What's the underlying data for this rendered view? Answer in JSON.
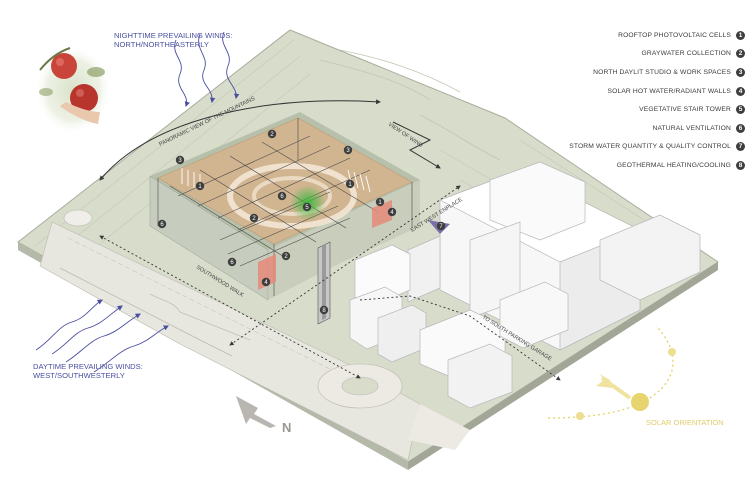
{
  "winds": {
    "night_line1": "NIGHTTIME PREVAILING WINDS:",
    "night_line2": "NORTH/NORTHEASTERLY",
    "day_line1": "DAYTIME PREVAILING WINDS:",
    "day_line2": "WEST/SOUTHWESTERLY"
  },
  "legend": {
    "items": [
      {
        "label": "ROOFTOP PHOTOVOLTAIC CELLS",
        "num": "1"
      },
      {
        "label": "GRAYWATER COLLECTION",
        "num": "2"
      },
      {
        "label": "NORTH DAYLIT STUDIO & WORK SPACES",
        "num": "3"
      },
      {
        "label": "SOLAR HOT WATER/RADIANT WALLS",
        "num": "4"
      },
      {
        "label": "VEGETATIVE STAIR TOWER",
        "num": "5"
      },
      {
        "label": "NATURAL VENTILATION",
        "num": "6"
      },
      {
        "label": "STORM WATER QUANTITY & QUALITY CONTROL",
        "num": "7"
      },
      {
        "label": "GEOTHERMAL HEATING/COOLING",
        "num": "8"
      }
    ]
  },
  "map_labels": {
    "panoramic": "PANORAMIC VIEW OF THE MOUNTAINS",
    "view_wind": "VIEW OF WIND",
    "east_west": "EAST WEST ENPLACE",
    "south_walk": "SOUTHWOOD WALK",
    "parking": "TO SOUTH PARKING GARAGE",
    "north": "N",
    "solar": "SOLAR ORIENTATION"
  },
  "markers": [
    "1",
    "1",
    "1",
    "2",
    "2",
    "2",
    "3",
    "3",
    "4",
    "4",
    "5",
    "6",
    "6",
    "6",
    "7",
    "8"
  ],
  "colors": {
    "wind_blue": "#4a4fa0",
    "solar_yellow": "#e6d46e",
    "roof_orange": "#e8ad7e",
    "terrain": "#d8dccd",
    "green_tower": "#44b84a",
    "red_walls": "#e68a7a",
    "storm_purple": "#7a70a8",
    "legend_badge": "#3e3e3e"
  }
}
